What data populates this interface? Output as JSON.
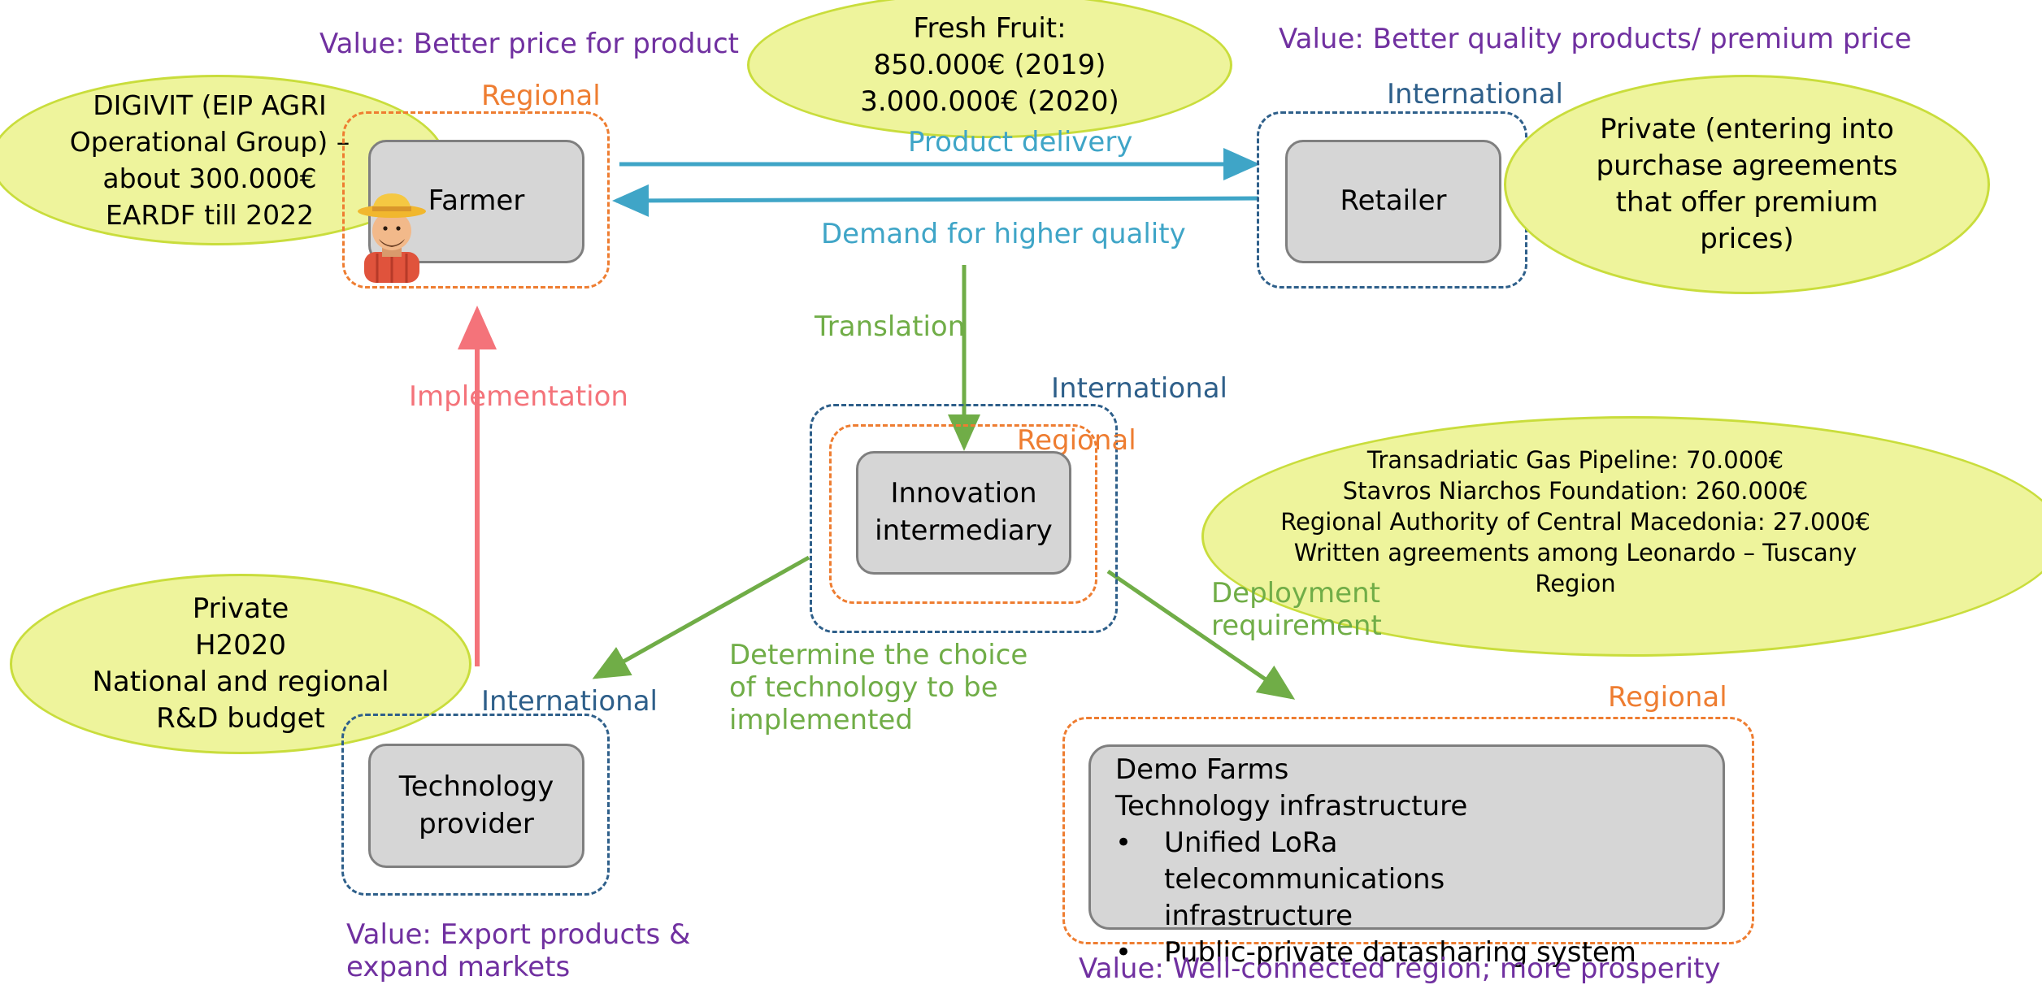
{
  "nodes": {
    "farmer": "Farmer",
    "retailer": "Retailer",
    "innovation_intermediary": "Innovation\nintermediary",
    "technology_provider": "Technology\nprovider",
    "demo_farms": {
      "lines": [
        "Demo Farms",
        "Technology infrastructure"
      ],
      "bullets": [
        "Unified LoRa telecommunications infrastructure",
        "Public-private datasharing system"
      ]
    }
  },
  "scope_labels": {
    "farmer": "Regional",
    "retailer": "International",
    "intermediary_outer": "International",
    "intermediary_inner": "Regional",
    "technology_provider": "International",
    "demo_farms": "Regional"
  },
  "values": {
    "farmer": "Value: Better price for product",
    "retailer": "Value: Better quality products/ premium price",
    "technology_provider": "Value: Export products & expand markets",
    "demo_farms": "Value: Well-connected region; more prosperity"
  },
  "funding": {
    "fresh_fruit": "Fresh Fruit:\n850.000€ (2019)\n3.000.000€ (2020)",
    "digivit": "DIGIVIT (EIP AGRI\nOperational Group) –\nabout 300.000€\nEARDF till 2022",
    "retailer_private": "Private (entering into\npurchase agreements\nthat offer premium\nprices)",
    "tech_private": "Private\nH2020\nNational and regional\nR&D budget",
    "regional_sources": "Transadriatic Gas Pipeline: 70.000€\nStavros Niarchos Foundation: 260.000€\nRegional Authority of Central Macedonia: 27.000€\nWritten agreements among Leonardo – Tuscany\nRegion"
  },
  "flows": {
    "product_delivery": "Product delivery",
    "demand": "Demand for higher quality",
    "translation": "Translation",
    "implementation": "Implementation",
    "determine_choice": "Determine the choice\nof technology to be\nimplemented",
    "deployment": "Deployment\nrequirement"
  },
  "colors": {
    "orange": "#ee7d31",
    "blue": "#2e5f8a",
    "purple": "#7030a0",
    "cyan": "#3fa5c7",
    "green": "#70ad47",
    "red": "#f4737a",
    "ellipse_fill": "#eef49c",
    "node_fill": "#d6d6d6"
  },
  "icons": [
    "farmer-avatar-icon"
  ]
}
